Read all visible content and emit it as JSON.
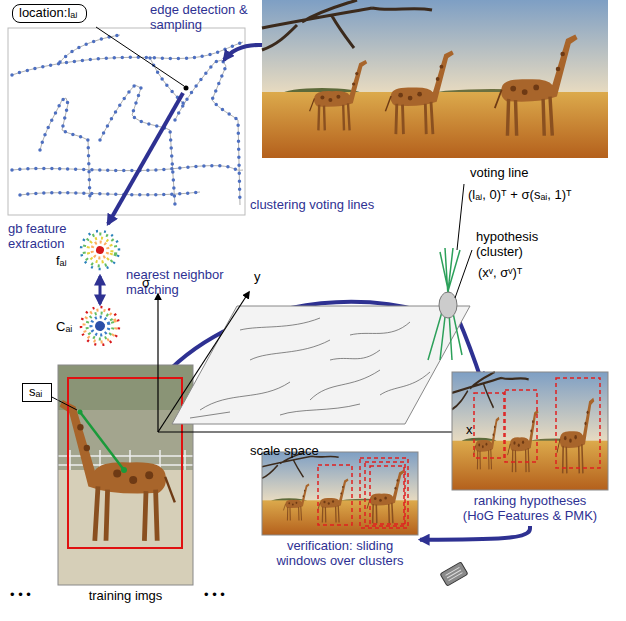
{
  "diagram": {
    "nodes": [
      {
        "text": [
          "location:lₐⱼ"
        ]
      },
      {
        "text": [
          "sₐᵢ"
        ]
      },
      {
        "text": [
          "training imgs"
        ]
      },
      {
        "text": [
          "ranking hypotheses (HoG Features & PMK)"
        ]
      },
      {
        "text": [
          "verification: sliding windows over clusters"
        ]
      }
    ],
    "edges": [
      {
        "from": 3,
        "to": 4,
        "arrow": "to"
      }
    ],
    "labels": [
      "edge detection & sampling",
      "gb feature extraction",
      "fₐⱼ",
      "nearest neighbor matching",
      "Cₐᵢ",
      "clustering voting lines",
      "voting line",
      "(lₐⱼ, 0)ᵀ + σ(sₐᵢ, 1)ᵀ",
      "hypothesis (cluster)",
      "(xᵛ, σᵛ)ᵀ",
      "σ",
      "y",
      "x",
      "scale space",
      "• • •",
      "• • •"
    ]
  }
}
